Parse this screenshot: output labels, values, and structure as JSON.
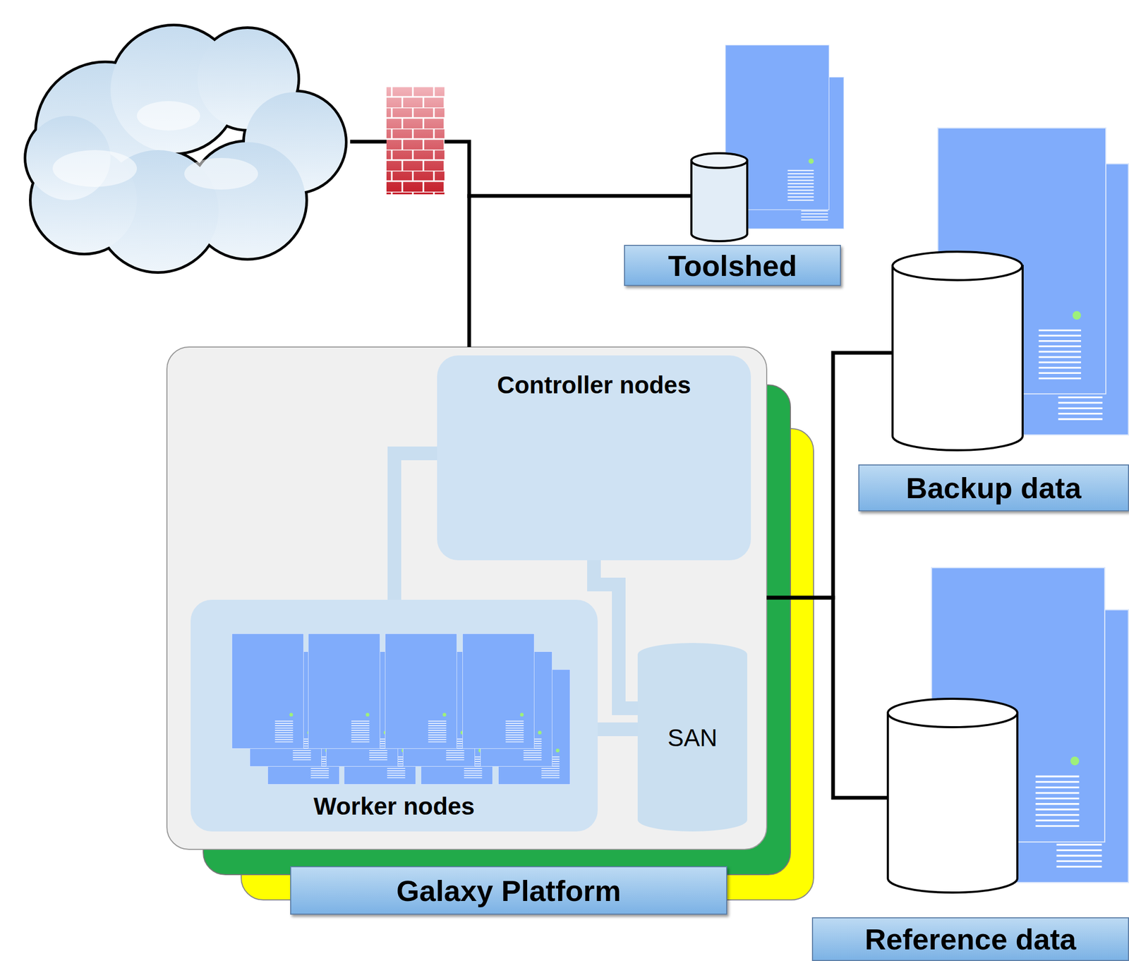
{
  "diagram": {
    "nodes": [
      {
        "text": [
          "Galaxy Platform"
        ]
      },
      {
        "text": [
          "Controller nodes"
        ],
        "in": 0
      },
      {
        "text": [
          "Worker nodes"
        ],
        "in": 0
      },
      {
        "text": [
          "SAN"
        ],
        "in": 0
      },
      {
        "text": [
          "Toolshed"
        ]
      },
      {
        "text": [
          "Backup data"
        ]
      },
      {
        "text": [
          "Reference data"
        ]
      }
    ],
    "edges": [
      {
        "from": 0,
        "to": 4,
        "arrow": "none"
      },
      {
        "from": 0,
        "to": 5,
        "arrow": "none"
      },
      {
        "from": 0,
        "to": 6,
        "arrow": "none"
      },
      {
        "from": 1,
        "to": 2,
        "arrow": "none"
      },
      {
        "from": 1,
        "to": 3,
        "arrow": "none"
      },
      {
        "from": 2,
        "to": 3,
        "arrow": "none"
      }
    ]
  }
}
